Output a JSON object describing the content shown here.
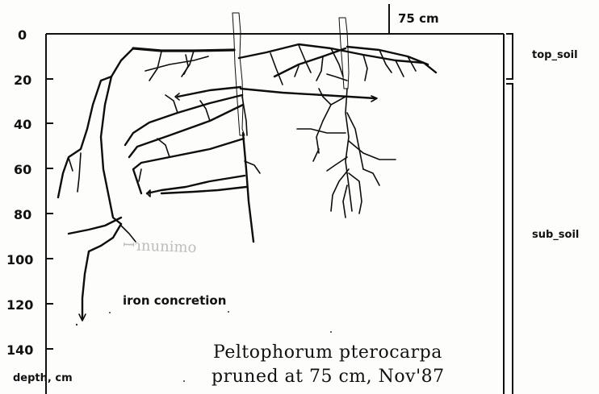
{
  "diagram": {
    "depth_ticks": [
      "0",
      "20",
      "40",
      "60",
      "80",
      "100",
      "120",
      "140"
    ],
    "depth_axis_label": "depth, cm",
    "distance_label": "75 cm",
    "zones": {
      "top": "top_soil",
      "sub": "sub_soil"
    },
    "annotation": "iron concretion",
    "caption_line1": "Peltophorum pterocarpa",
    "caption_line2": "pruned at 75 cm, Nov'87"
  }
}
